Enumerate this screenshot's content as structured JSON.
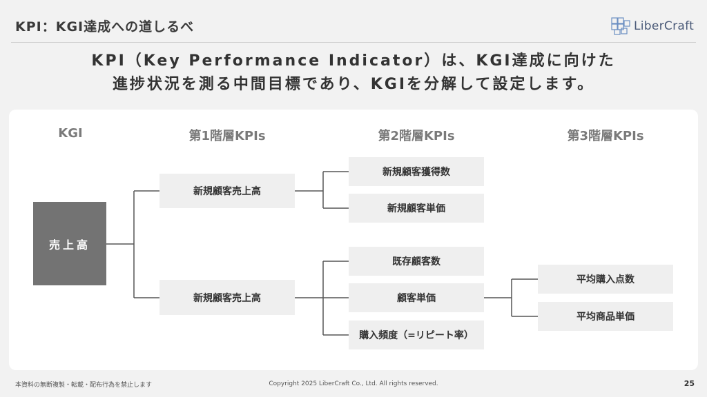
{
  "header": {
    "title": "KPI：KGI達成への道しるべ",
    "logo_text": "LiberCraft"
  },
  "headline": {
    "line1": "KPI（Key Performance Indicator）は、KGI達成に向けた",
    "line2": "進捗状況を測る中間目標であり、KGIを分解して設定します。"
  },
  "columns": {
    "kgi": "KGI",
    "level1": "第1階層KPIs",
    "level2": "第2階層KPIs",
    "level3": "第3階層KPIs"
  },
  "kgi_box": "売上高",
  "level1": [
    {
      "label": "新規顧客売上高"
    },
    {
      "label": "新規顧客売上高"
    }
  ],
  "level2": [
    {
      "label": "新規顧客獲得数"
    },
    {
      "label": "新規顧客単価"
    },
    {
      "label": "既存顧客数"
    },
    {
      "label": "顧客単価"
    },
    {
      "label": "購入頻度（=リピート率）"
    }
  ],
  "level3": [
    {
      "label": "平均購入点数"
    },
    {
      "label": "平均商品単価"
    }
  ],
  "footer": {
    "notice": "本資料の無断複製・転載・配布行為を禁止します",
    "copyright": "Copyright 2025 LiberCraft Co., Ltd. All rights reserved.",
    "page": "25"
  },
  "colors": {
    "background": "#f2f2f2",
    "kgi_box": "#737373",
    "kpi_box": "#efefef",
    "logo": "#4a5a78"
  }
}
